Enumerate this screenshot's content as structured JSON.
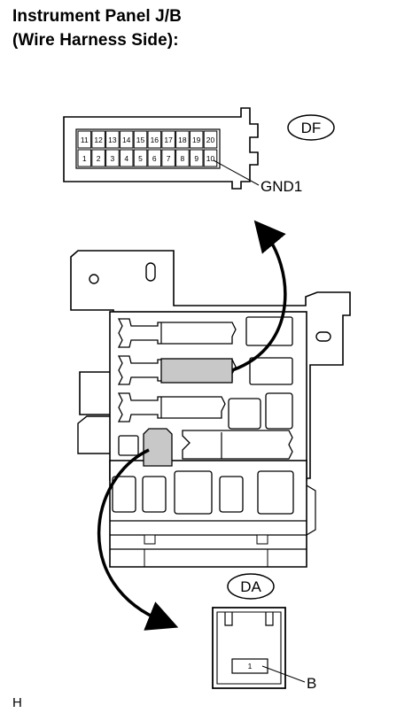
{
  "title": {
    "line1": "Instrument Panel J/B",
    "line2": "(Wire Harness Side):"
  },
  "connector_df": {
    "badge": "DF",
    "top_row": [
      "11",
      "12",
      "13",
      "14",
      "15",
      "16",
      "17",
      "18",
      "19",
      "20"
    ],
    "bottom_row": [
      "1",
      "2",
      "3",
      "4",
      "5",
      "6",
      "7",
      "8",
      "9",
      "10"
    ],
    "pin_label": "GND1"
  },
  "connector_da": {
    "badge": "DA",
    "pin": "1",
    "pin_label": "B"
  },
  "footer_code": "H"
}
